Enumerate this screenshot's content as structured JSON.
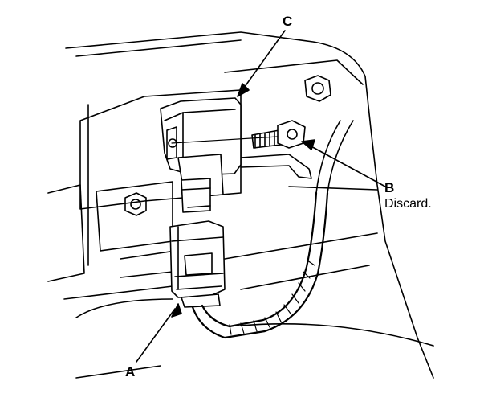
{
  "callouts": {
    "a": {
      "letter": "A"
    },
    "b": {
      "letter": "B",
      "note": "Discard."
    },
    "c": {
      "letter": "C"
    }
  },
  "colors": {
    "line": "#000000",
    "background": "#ffffff"
  }
}
